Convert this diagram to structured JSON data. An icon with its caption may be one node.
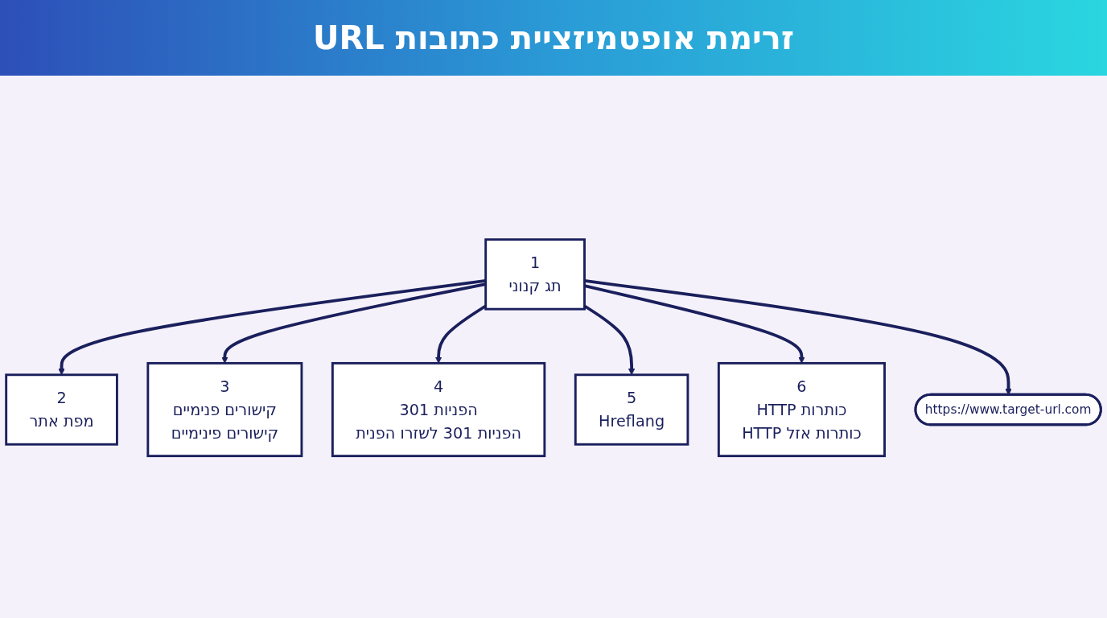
{
  "diagram": {
    "title": "זרימת אופטמיזציית כתובות URL",
    "nodes": [
      {
        "text": [
          "1",
          "תג קנוני"
        ]
      },
      {
        "text": [
          "2",
          "מפת אתר"
        ]
      },
      {
        "text": [
          "3",
          "קישורים פנימיים",
          "קישורים פינימיים"
        ]
      },
      {
        "text": [
          "4",
          "הפניות 301",
          "הפניות 301 לשזרו הפנית"
        ]
      },
      {
        "text": [
          "5",
          "Hreflang"
        ]
      },
      {
        "text": [
          "6",
          "כותרות HTTP",
          "כותרות אזל HTTP"
        ]
      },
      {
        "text": [
          "https://www.target-url.com"
        ]
      }
    ],
    "edges": [
      {
        "from": 0,
        "to": 1,
        "arrow": "to"
      },
      {
        "from": 0,
        "to": 2,
        "arrow": "to"
      },
      {
        "from": 0,
        "to": 3,
        "arrow": "to"
      },
      {
        "from": 0,
        "to": 4,
        "arrow": "to"
      },
      {
        "from": 0,
        "to": 5,
        "arrow": "to"
      },
      {
        "from": 0,
        "to": 6,
        "arrow": "to"
      }
    ]
  }
}
